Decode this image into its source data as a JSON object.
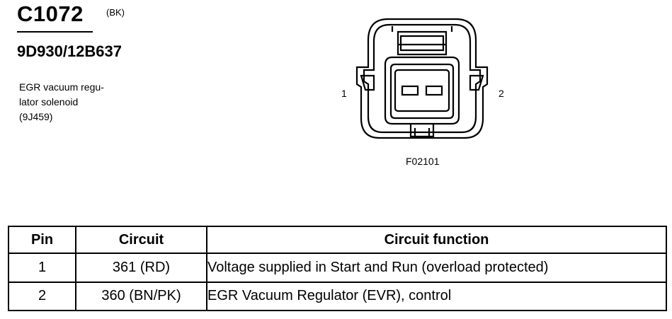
{
  "connector": {
    "id": "C1072",
    "color_code": "(BK)",
    "part_number": "9D930/12B637",
    "description_lines": [
      "EGR vacuum regu-",
      "lator solenoid",
      "(9J459)"
    ]
  },
  "figure": {
    "pin_labels": [
      "1",
      "2"
    ],
    "code": "F02101"
  },
  "table": {
    "headers": {
      "pin": "Pin",
      "circuit": "Circuit",
      "function": "Circuit function"
    },
    "rows": [
      {
        "pin": "1",
        "circuit": "361 (RD)",
        "function": "Voltage supplied in Start and Run (overload protected)"
      },
      {
        "pin": "2",
        "circuit": "360 (BN/PK)",
        "function": "EGR Vacuum Regulator (EVR), control"
      }
    ]
  }
}
